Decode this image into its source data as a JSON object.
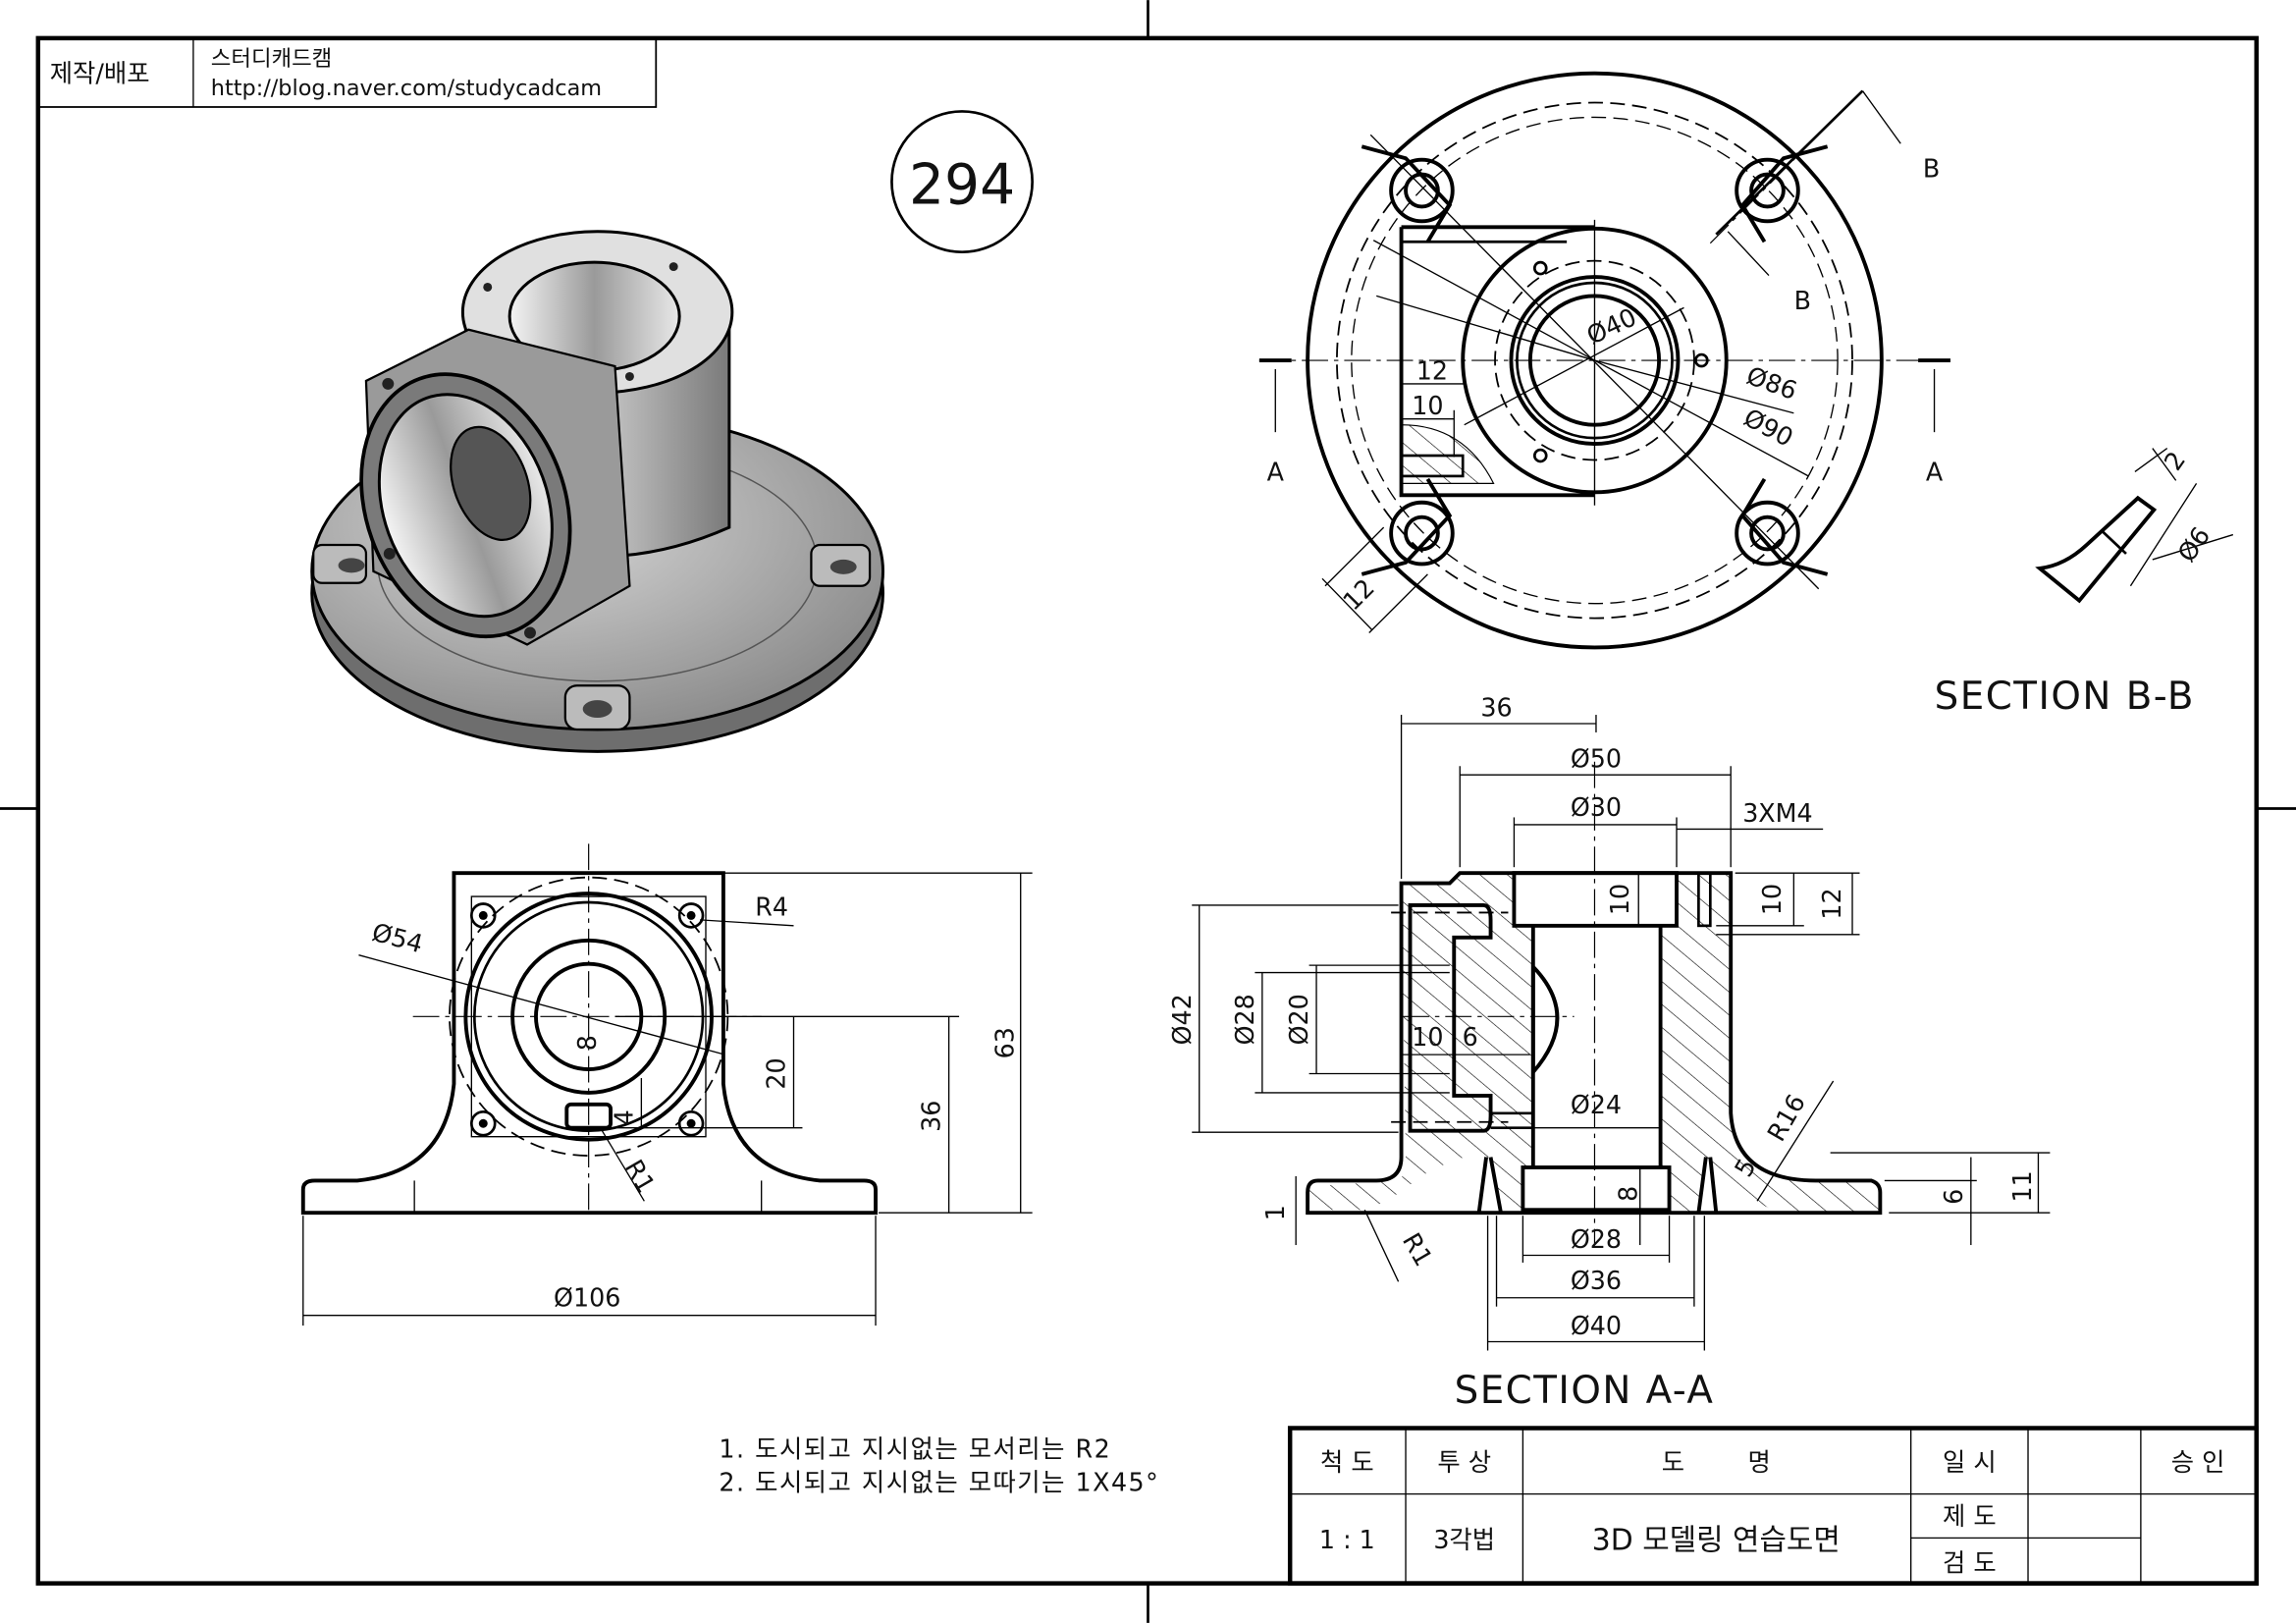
{
  "header": {
    "label": "제작/배포",
    "name": "스터디캐드캠",
    "url": "http://blog.naver.com/studycadcam"
  },
  "drawing_number": "294",
  "notes": [
    "1. 도시되고 지시없는 모서리는 R2",
    "2. 도시되고 지시없는 모따기는 1X45°"
  ],
  "title_block": {
    "scale_label": "척  도",
    "projection_label": "투  상",
    "title_label": "도        명",
    "date_label": "일  시",
    "approval_label": "승  인",
    "drafter_label": "제  도",
    "checker_label": "검  도",
    "scale": "1 : 1",
    "projection": "3각법",
    "title": "3D 모델링 연습도면"
  },
  "front_view": {
    "d106": "Ø106",
    "d54": "Ø54",
    "r4": "R4",
    "r1": "R1",
    "h63": "63",
    "h36": "36",
    "h20": "20",
    "h4": "4",
    "h8": "8"
  },
  "top_view": {
    "d40": "Ø40",
    "d86": "Ø86",
    "d90": "Ø90",
    "w12": "12",
    "w10": "10",
    "w12b": "12",
    "a_left": "A",
    "a_right": "A",
    "b_top": "B",
    "b_bottom": "B",
    "detail_d6": "Ø6",
    "detail_2": "2",
    "section_title": "SECTION B-B"
  },
  "section_aa": {
    "w36": "36",
    "d50": "Ø50",
    "d30": "Ø30",
    "thread": "3XM4",
    "h10a": "10",
    "h10b": "10",
    "h12": "12",
    "d42": "Ø42",
    "d28a": "Ø28",
    "d20": "Ø20",
    "w10": "10",
    "w6": "6",
    "d24": "Ø24",
    "r16": "R16",
    "w5": "5",
    "h8": "8",
    "h6": "6",
    "h11": "11",
    "h1": "1",
    "r1": "R1",
    "d28b": "Ø28",
    "d36": "Ø36",
    "d40": "Ø40",
    "section_title": "SECTION A-A"
  }
}
